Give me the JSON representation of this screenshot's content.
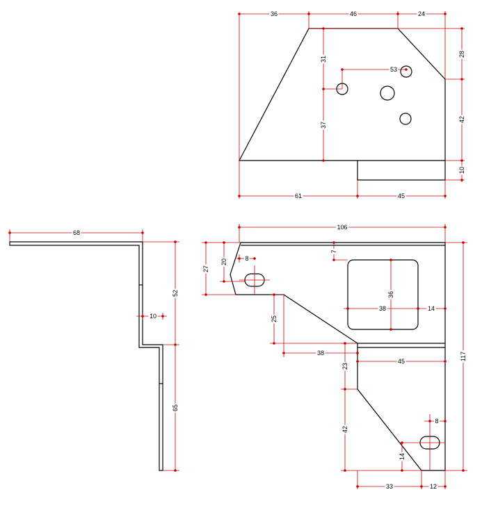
{
  "colors": {
    "outline": "#000000",
    "dimension": "#cc0000",
    "background": "#ffffff"
  },
  "top_view": {
    "dims": [
      "36",
      "46",
      "24",
      "28",
      "31",
      "53",
      "37",
      "42",
      "10",
      "61",
      "45"
    ]
  },
  "side_view": {
    "dims": [
      "68",
      "52",
      "10",
      "65"
    ]
  },
  "front_view": {
    "dims": [
      "106",
      "117",
      "27",
      "20",
      "8",
      "7",
      "36",
      "38",
      "14",
      "25",
      "38",
      "45",
      "23",
      "42",
      "8",
      "14",
      "33",
      "12"
    ]
  }
}
